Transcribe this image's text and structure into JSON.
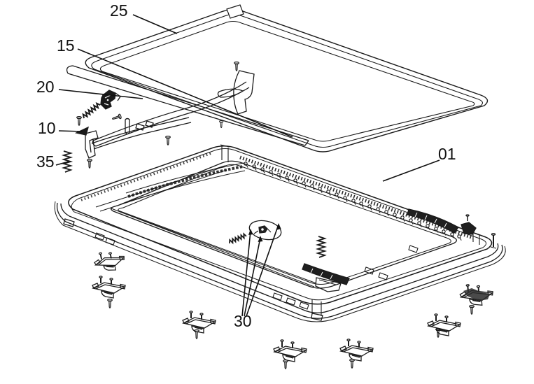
{
  "diagram": {
    "background_color": "#ffffff",
    "line_color": "#1a1a1a",
    "callouts": [
      {
        "label": "25"
      },
      {
        "label": "15"
      },
      {
        "label": "20"
      },
      {
        "label": "10"
      },
      {
        "label": "35"
      },
      {
        "label": "01"
      },
      {
        "label": "30"
      }
    ]
  }
}
